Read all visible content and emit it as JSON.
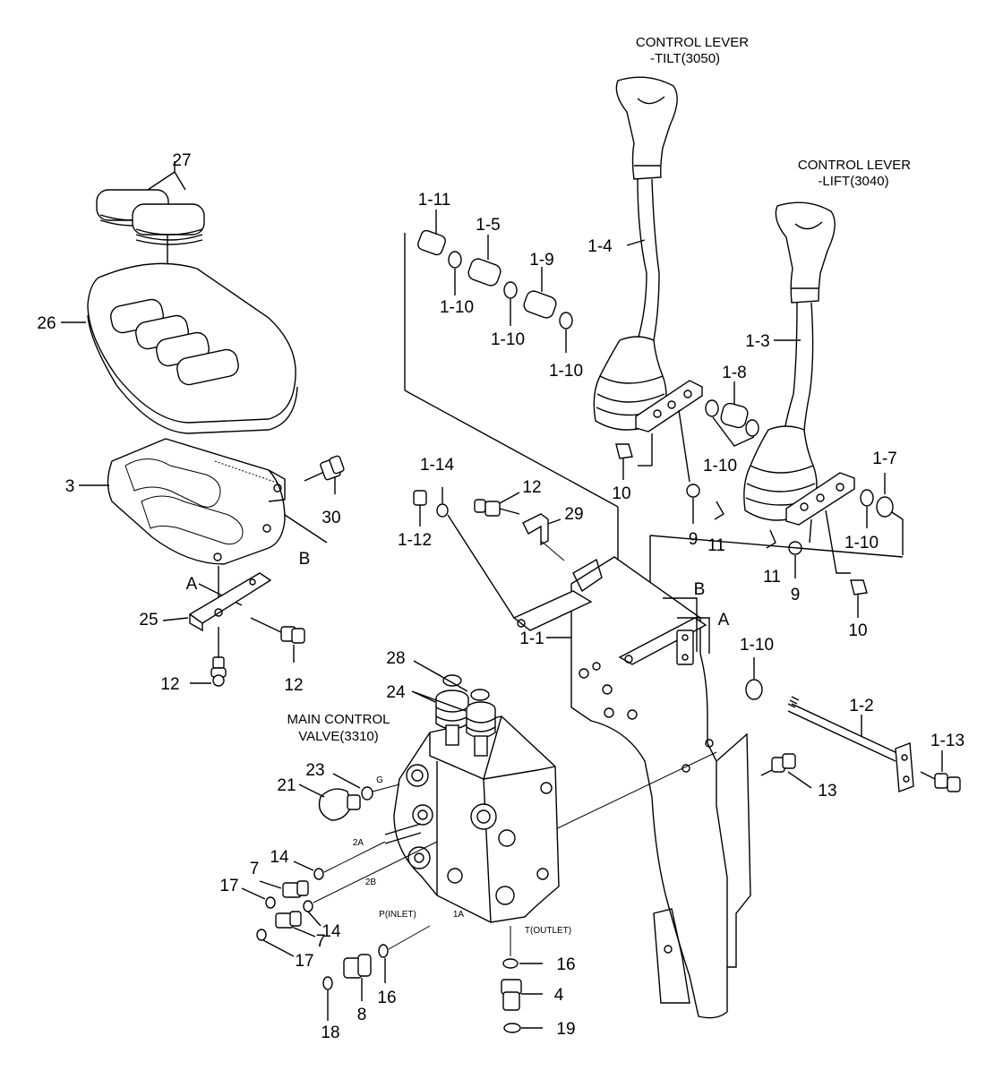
{
  "captions": {
    "tilt_line1": "CONTROL LEVER",
    "tilt_line2": "-TILT(3050)",
    "lift_line1": "CONTROL LEVER",
    "lift_line2": "-LIFT(3040)",
    "mcv_line1": "MAIN CONTROL",
    "mcv_line2": "VALVE(3310)"
  },
  "port_labels": {
    "g": "G",
    "p2a": "2A",
    "p2b": "2B",
    "p1a": "1A",
    "inlet": "P(INLET)",
    "outlet": "T(OUTLET)"
  },
  "view_refs": {
    "a1": "A",
    "a2": "A",
    "b1": "B",
    "b2": "B"
  },
  "callouts": {
    "c27": "27",
    "c26": "26",
    "c3": "3",
    "c30": "30",
    "c25": "25",
    "c12a": "12",
    "c12b": "12",
    "c12c": "12",
    "c1_11": "1-11",
    "c1_5": "1-5",
    "c1_9": "1-9",
    "c1_4": "1-4",
    "c1_10a": "1-10",
    "c1_10b": "1-10",
    "c1_10c": "1-10",
    "c1_10d": "1-10",
    "c1_10e": "1-10",
    "c1_10f": "1-10",
    "c1_3": "1-3",
    "c1_8": "1-8",
    "c1_7": "1-7",
    "c1_14": "1-14",
    "c1_12": "1-12",
    "c29": "29",
    "c10a": "10",
    "c10b": "10",
    "c9a": "9",
    "c9b": "9",
    "c11a": "11",
    "c11b": "11",
    "c1_1": "1-1",
    "c1_2": "1-2",
    "c1_13": "1-13",
    "c13": "13",
    "c28": "28",
    "c24": "24",
    "c23": "23",
    "c21": "21",
    "c14a": "14",
    "c14b": "14",
    "c17a": "17",
    "c17b": "17",
    "c7a": "7",
    "c7b": "7",
    "c16a": "16",
    "c16b": "16",
    "c8": "8",
    "c18": "18",
    "c4": "4",
    "c19": "19"
  }
}
